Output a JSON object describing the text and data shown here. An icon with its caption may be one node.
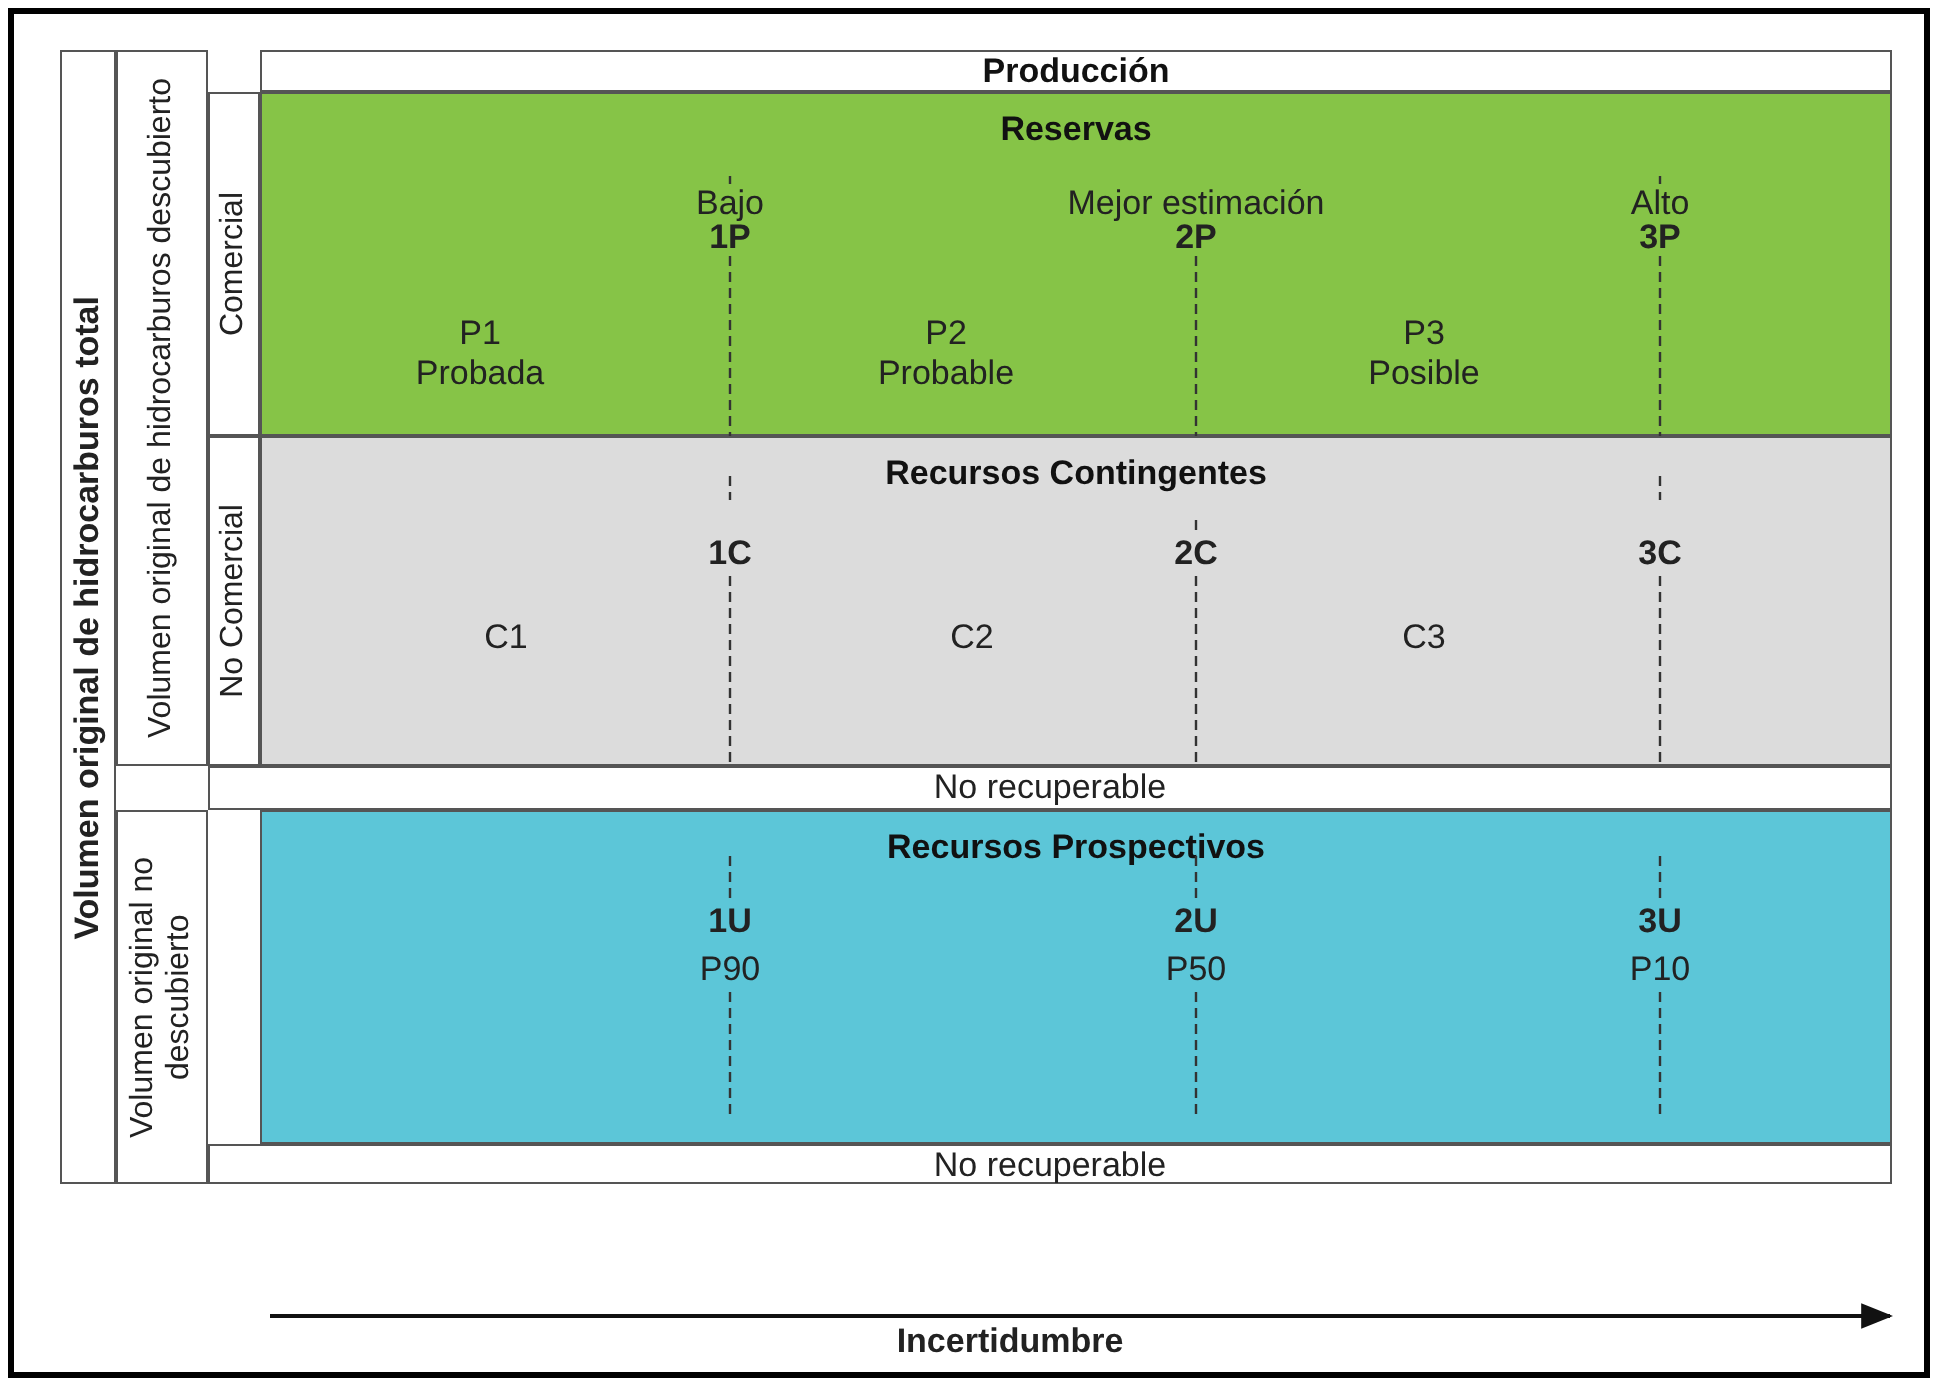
{
  "diagram": {
    "nodes": [
      {
        "text": [
          "Volumen original de hidrocarburos total"
        ]
      },
      {
        "text": [
          "Volumen original de hidrocarburos descubierto"
        ]
      },
      {
        "text": [
          "Comercial"
        ]
      },
      {
        "text": [
          "No Comercial"
        ]
      },
      {
        "text": [
          "Volumen original no descubierto"
        ]
      },
      {
        "text": [
          "Producción"
        ]
      },
      {
        "text": [
          "Reservas"
        ]
      },
      {
        "text": [
          "Recursos Contingentes"
        ]
      },
      {
        "text": [
          "No recuperable"
        ]
      },
      {
        "text": [
          "Recursos Prospectivos"
        ]
      },
      {
        "text": [
          "No recuperable"
        ]
      }
    ],
    "edges": [],
    "labels": [
      "Bajo",
      "1P",
      "Mejor estimación",
      "2P",
      "Alto",
      "3P",
      "P1",
      "Probada",
      "P2",
      "Probable",
      "P3",
      "Posible",
      "1C",
      "2C",
      "3C",
      "C1",
      "C2",
      "C3",
      "1U",
      "2U",
      "3U",
      "P90",
      "P50",
      "P10",
      "Incertidumbre"
    ]
  }
}
